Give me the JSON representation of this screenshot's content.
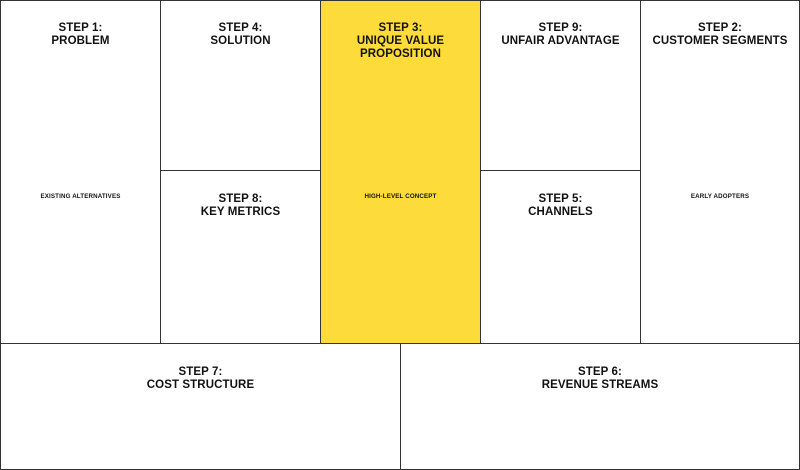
{
  "canvas": {
    "accent_color": "#FDDB3A",
    "line_color": "#333333",
    "problem": {
      "step": "STEP 1:",
      "title": "PROBLEM",
      "sub": "EXISTING ALTERNATIVES"
    },
    "solution": {
      "step": "STEP 4:",
      "title": "SOLUTION"
    },
    "key_metrics": {
      "step": "STEP 8:",
      "title": "KEY METRICS"
    },
    "uvp": {
      "step": "STEP 3:",
      "title_line1": "UNIQUE VALUE",
      "title_line2": "PROPOSITION",
      "sub": "HIGH-LEVEL CONCEPT"
    },
    "unfair_advantage": {
      "step": "STEP 9:",
      "title": "UNFAIR ADVANTAGE"
    },
    "channels": {
      "step": "STEP 5:",
      "title": "CHANNELS"
    },
    "customer_segments": {
      "step": "STEP 2:",
      "title": "CUSTOMER SEGMENTS",
      "sub": "EARLY ADOPTERS"
    },
    "cost_structure": {
      "step": "STEP 7:",
      "title": "COST STRUCTURE"
    },
    "revenue_streams": {
      "step": "STEP 6:",
      "title": "REVENUE STREAMS"
    }
  }
}
